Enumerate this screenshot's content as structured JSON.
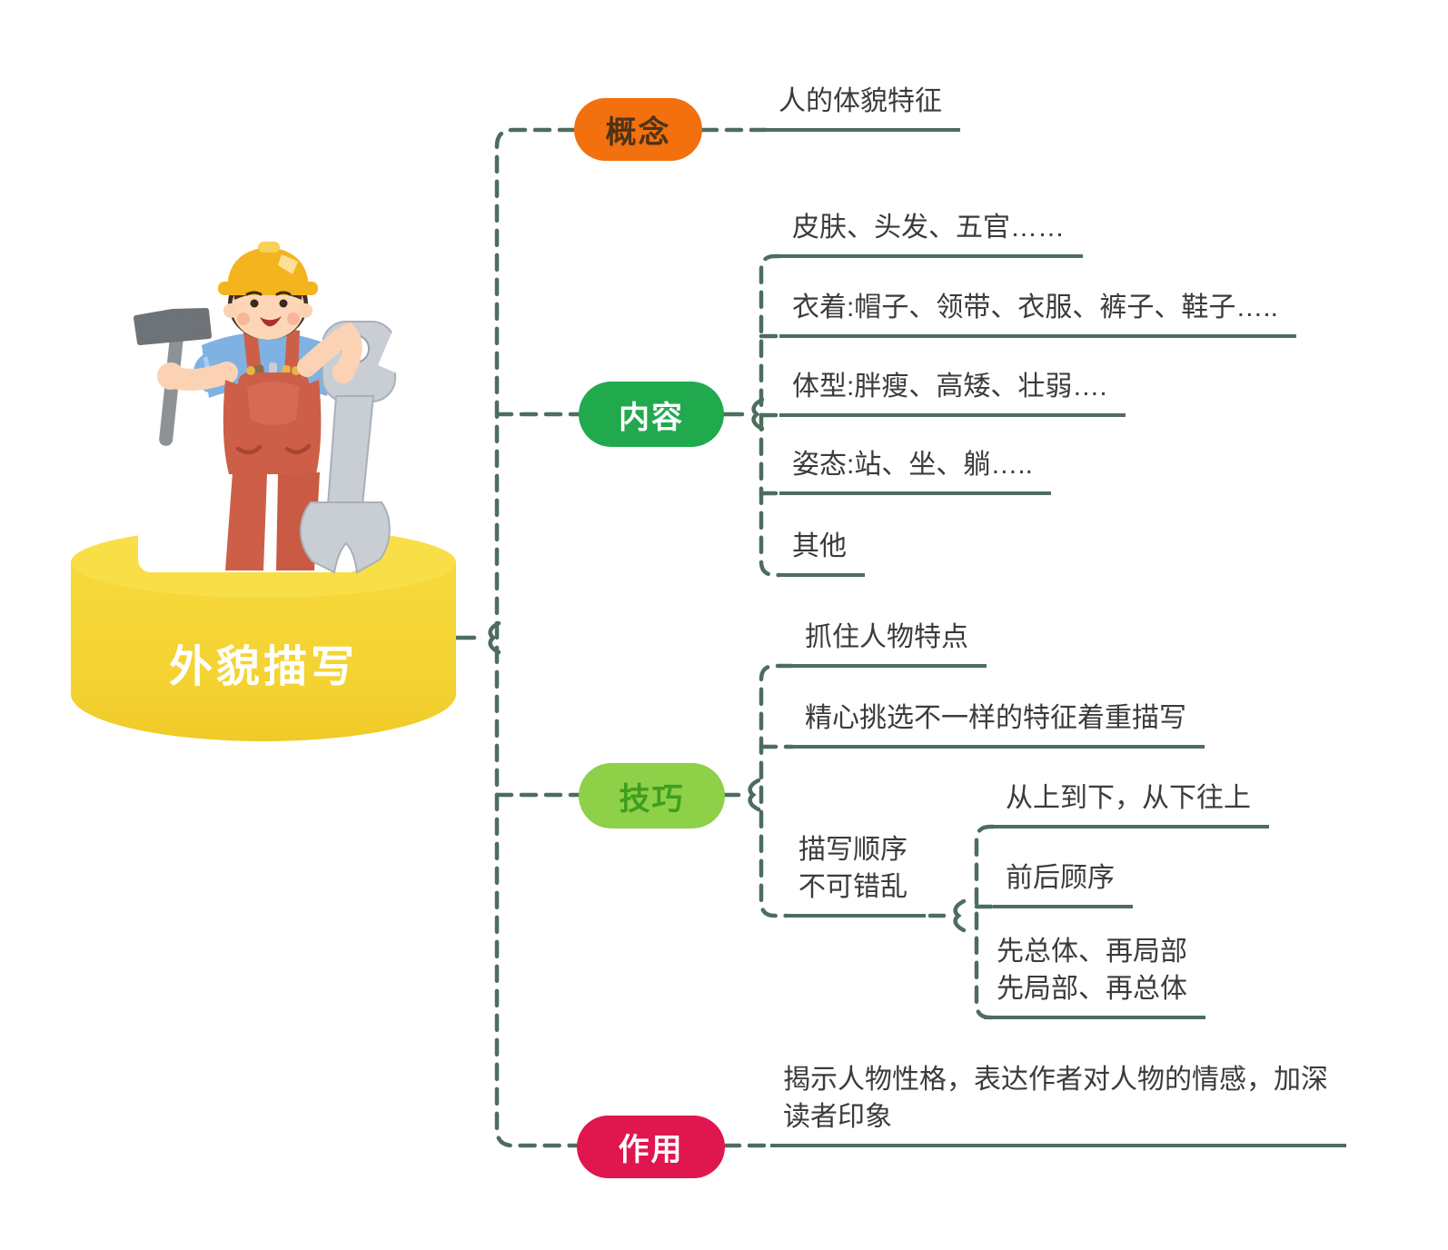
{
  "central": {
    "title": "外貌描写",
    "illustration": "worker-with-hammer-and-wrench-icon",
    "cylinder_color": "#f5d434"
  },
  "line_color": "#4d6d5e",
  "branches": [
    {
      "label": "概念",
      "color": "#f2700e",
      "children": [
        {
          "text": "人的体貌特征"
        }
      ]
    },
    {
      "label": "内容",
      "color": "#21a94e",
      "children": [
        {
          "text": "皮肤、头发、五官……"
        },
        {
          "text": "衣着:帽子、领带、衣服、裤子、鞋子….."
        },
        {
          "text": "体型:胖瘦、高矮、壮弱…."
        },
        {
          "text": "姿态:站、坐、躺….."
        },
        {
          "text": "其他"
        }
      ]
    },
    {
      "label": "技巧",
      "color": "#8ed048",
      "children": [
        {
          "text": "抓住人物特点"
        },
        {
          "text": "精心挑选不一样的特征着重描写"
        },
        {
          "text": "描写顺序\n不可错乱",
          "children": [
            {
              "text": "从上到下，从下往上"
            },
            {
              "text": "前后顾序"
            },
            {
              "text": "先总体、再局部\n先局部、再总体"
            }
          ]
        }
      ]
    },
    {
      "label": "作用",
      "color": "#e0164e",
      "children": [
        {
          "text": "揭示人物性格，表达作者对人物的情感，加深\n读者印象"
        }
      ]
    }
  ]
}
